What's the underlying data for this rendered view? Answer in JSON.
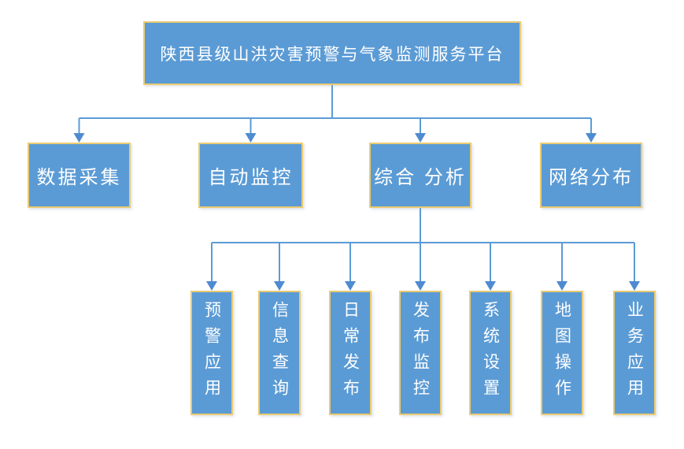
{
  "diagram": {
    "type": "org-flowchart",
    "root": {
      "label": "陕西县级山洪灾害预警与气象监测服务平台"
    },
    "level2": [
      {
        "label": "数据采集"
      },
      {
        "label": "自动监控"
      },
      {
        "label": "综合 分析"
      },
      {
        "label": "网络分布"
      }
    ],
    "level3": [
      {
        "label": "预警应用"
      },
      {
        "label": "信息查询"
      },
      {
        "label": "日常发布"
      },
      {
        "label": "发布监控"
      },
      {
        "label": "系统设置"
      },
      {
        "label": "地图操作"
      },
      {
        "label": "业务应用"
      }
    ],
    "level3_parent": "综合 分析",
    "colors": {
      "node_fill": "#5B9BD5",
      "node_border": "#EACB72",
      "connector_line": "#5B9BD5",
      "arrowhead": "#4E8BD0",
      "text": "#FFFFFF",
      "background": "#FFFFFF"
    }
  }
}
